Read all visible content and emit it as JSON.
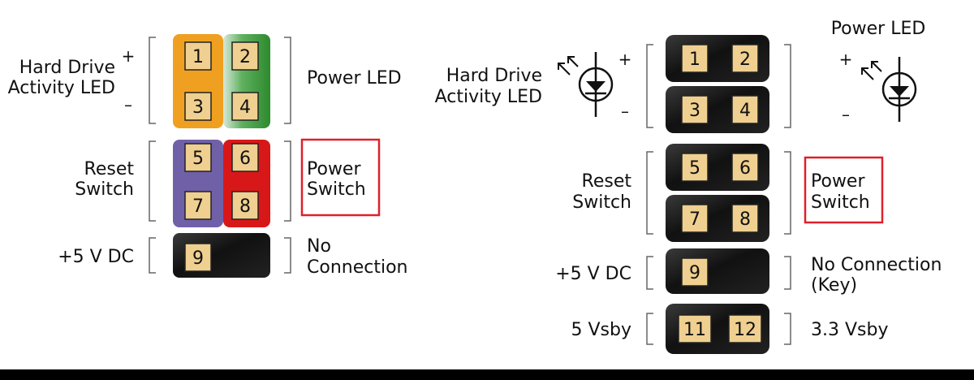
{
  "left_header": {
    "pins": [
      "1",
      "2",
      "3",
      "4",
      "5",
      "6",
      "7",
      "8",
      "9"
    ],
    "hdd_led": [
      "Hard Drive",
      "Activity LED"
    ],
    "hdd_plus": "+",
    "hdd_minus": "–",
    "power_led": "Power LED",
    "reset_switch": [
      "Reset",
      "Switch"
    ],
    "power_switch": [
      "Power",
      "Switch"
    ],
    "plus5vdc": "+5 V DC",
    "no_connection": [
      "No",
      "Connection"
    ]
  },
  "right_header": {
    "pins": [
      "1",
      "2",
      "3",
      "4",
      "5",
      "6",
      "7",
      "8",
      "9",
      "11",
      "12"
    ],
    "hdd_led": [
      "Hard Drive",
      "Activity LED"
    ],
    "hdd_plus": "+",
    "hdd_minus": "–",
    "power_led": "Power LED",
    "power_led_plus": "+",
    "power_led_minus": "–",
    "reset_switch": [
      "Reset",
      "Switch"
    ],
    "power_switch": [
      "Power",
      "Switch"
    ],
    "plus5vdc": "+5 V DC",
    "no_connection": [
      "No Connection",
      "(Key)"
    ],
    "vsby5": "5 Vsby",
    "vsby33": "3.3 Vsby"
  },
  "colors": {
    "background": "#000000",
    "panel": "#ffffff",
    "orange": "#f0a020",
    "green": "#3a9a3a",
    "purple": "#7060a8",
    "red": "#d81818",
    "black_pin": "#161616",
    "pad": "#f0d090",
    "highlight_box": "#e0202a",
    "bracket": "#666666"
  }
}
